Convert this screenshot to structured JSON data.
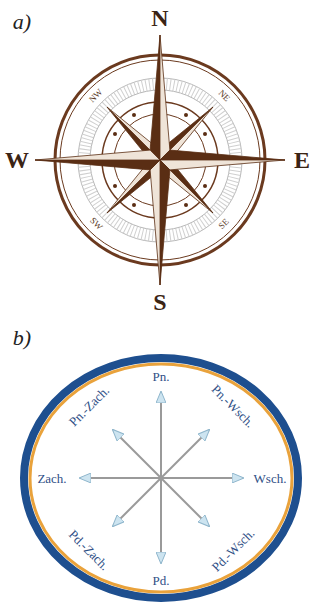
{
  "diagram": {
    "labels": [
      "a)",
      "N",
      "NW",
      "NE",
      "W",
      "E",
      "SW",
      "SE",
      "S",
      "b)",
      "Pn.",
      "Pn.-Wsch.",
      "Pn.-Zach.",
      "Zach.",
      "Wsch.",
      "Pd.-Zach.",
      "Pd.",
      "Pd.-Wsch."
    ]
  }
}
